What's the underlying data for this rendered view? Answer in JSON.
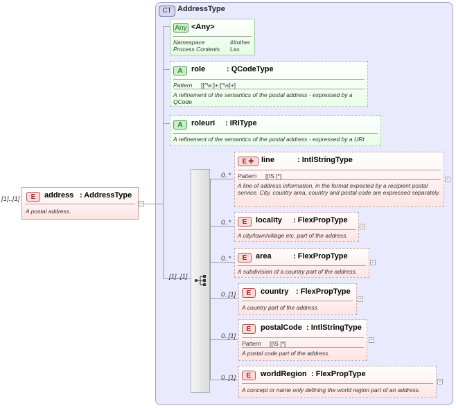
{
  "root": {
    "cardinality": "[1]..[1]",
    "badge": "E",
    "name": "address",
    "type": ": AddressType",
    "description": "A postal address."
  },
  "complex_type": {
    "badge": "CT",
    "name": "AddressType"
  },
  "any": {
    "badge": "Any",
    "name": "<Any>",
    "namespace_label": "Namespace",
    "namespace_value": "##other",
    "process_label": "Process Contents",
    "process_value": "Lax"
  },
  "attributes": [
    {
      "badge": "A",
      "name": "role",
      "type": ": QCodeType",
      "pattern_label": "Pattern",
      "pattern_value": "[[^\\s:]+:[^\\s]+]",
      "description": "A refinement of the semantics of the postal address - expressed by a QCode"
    },
    {
      "badge": "A",
      "name": "roleuri",
      "type": ": IRIType",
      "description": "A refinement of the semantics of the postal address - expressed by a URI"
    }
  ],
  "sequence": {
    "cardinality": "[1]..[1]"
  },
  "elements": [
    {
      "cardinality": "0..*",
      "badge": "E",
      "name": "line",
      "type": ": IntlStringType",
      "pattern_label": "Pattern",
      "pattern_value": "[[\\S ]*]",
      "description": "A line of address information, in the format expected by a recipient postal service. City, country area, country and postal code are expressed separately."
    },
    {
      "cardinality": "0..*",
      "badge": "E",
      "name": "locality",
      "type": ": FlexPropType",
      "description": "A city/town/village etc. part of the address."
    },
    {
      "cardinality": "0..*",
      "badge": "E",
      "name": "area",
      "type": ": FlexPropType",
      "description": "A subdivision of a country part of the address."
    },
    {
      "cardinality": "0..[1]",
      "badge": "E",
      "name": "country",
      "type": ": FlexPropType",
      "description": "A country part of the address."
    },
    {
      "cardinality": "0..[1]",
      "badge": "E",
      "name": "postalCode",
      "type": ": IntlStringType",
      "pattern_label": "Pattern",
      "pattern_value": "[[\\S ]*]",
      "description": "A postal code part of the address."
    },
    {
      "cardinality": "0..[1]",
      "badge": "E",
      "name": "worldRegion",
      "type": ": FlexPropType",
      "description": "A concept or name only defining the world region part of an address."
    }
  ],
  "symbols": {
    "collapse": "−",
    "expand": "+",
    "sequence_icon": "sequence-icon"
  }
}
